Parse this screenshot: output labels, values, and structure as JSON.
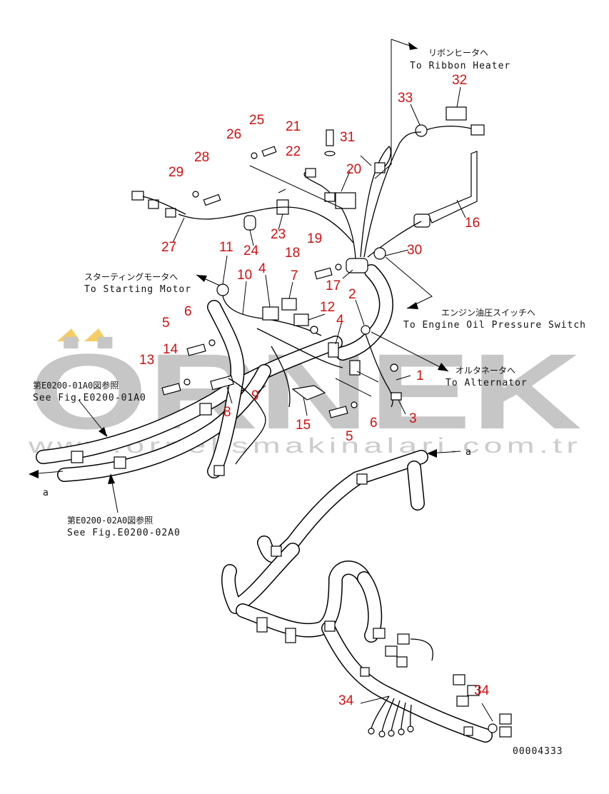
{
  "labels": {
    "ribbon_heater_jp": "リボンヒータへ",
    "ribbon_heater_en": "To Ribbon Heater",
    "starting_motor_jp": "スターティングモータへ",
    "starting_motor_en": "To Starting Motor",
    "oil_pressure_jp": "エンジン油圧スイッチへ",
    "oil_pressure_en": "To Engine Oil Pressure Switch",
    "alternator_jp": "オルタネータへ",
    "alternator_en": "To Alternator",
    "fig01_jp": "第E0200-01A0図参照",
    "fig01_en": "See Fig.E0200-01A0",
    "fig02_jp": "第E0200-02A0図参照",
    "fig02_en": "See Fig.E0200-02A0",
    "ref_a_left": "a",
    "ref_a_right": "a",
    "drawing_number": "00004333"
  },
  "part_numbers": [
    "1",
    "2",
    "3",
    "4",
    "4",
    "5",
    "5",
    "6",
    "6",
    "7",
    "8",
    "9",
    "10",
    "11",
    "12",
    "13",
    "14",
    "15",
    "16",
    "17",
    "18",
    "19",
    "20",
    "21",
    "22",
    "23",
    "24",
    "25",
    "26",
    "27",
    "28",
    "29",
    "30",
    "31",
    "32",
    "33",
    "34",
    "34"
  ],
  "watermark": {
    "brand": "ÖRNEK",
    "url": "www.orneksmakinalari.com.tr",
    "accent_color": "#f3c64a"
  },
  "colors": {
    "callout": "#d01010",
    "line": "#000000",
    "watermark": "#bdbdbd"
  }
}
